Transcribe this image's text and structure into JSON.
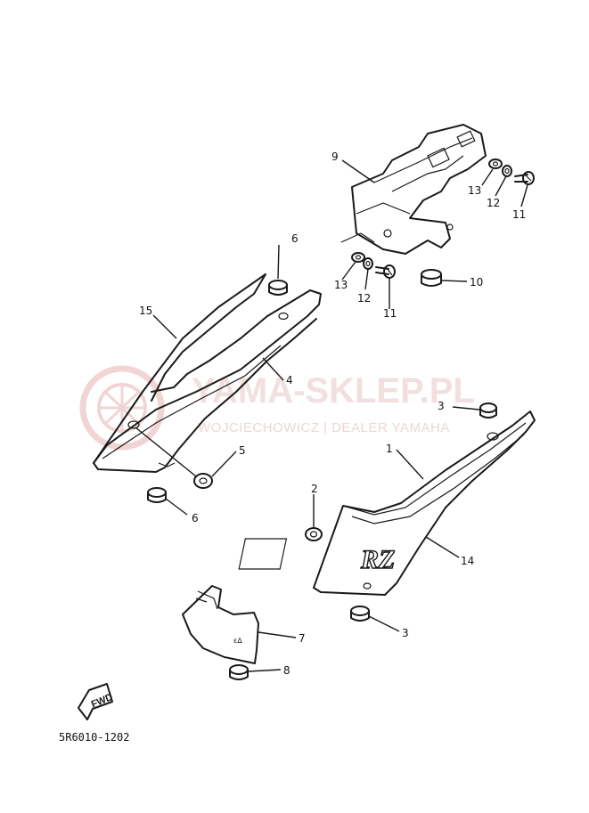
{
  "watermark": {
    "brand": "YAMA-SKLEP.PL",
    "tagline": "WOJCIECHOWICZ | DEALER YAMAHA",
    "color": "#e8c5c5"
  },
  "callouts": {
    "c1": "1",
    "c2": "2",
    "c3a": "3",
    "c3b": "3",
    "c4": "4",
    "c5": "5",
    "c6a": "6",
    "c6b": "6",
    "c7": "7",
    "c8": "8",
    "c9": "9",
    "c10": "10",
    "c11a": "11",
    "c11b": "11",
    "c12a": "12",
    "c12b": "12",
    "c13a": "13",
    "c13b": "13",
    "c14": "14",
    "c15": "15"
  },
  "emblem_text": "RZ",
  "fwd_label": "FWD",
  "diagram_code": "5R6010-1202"
}
